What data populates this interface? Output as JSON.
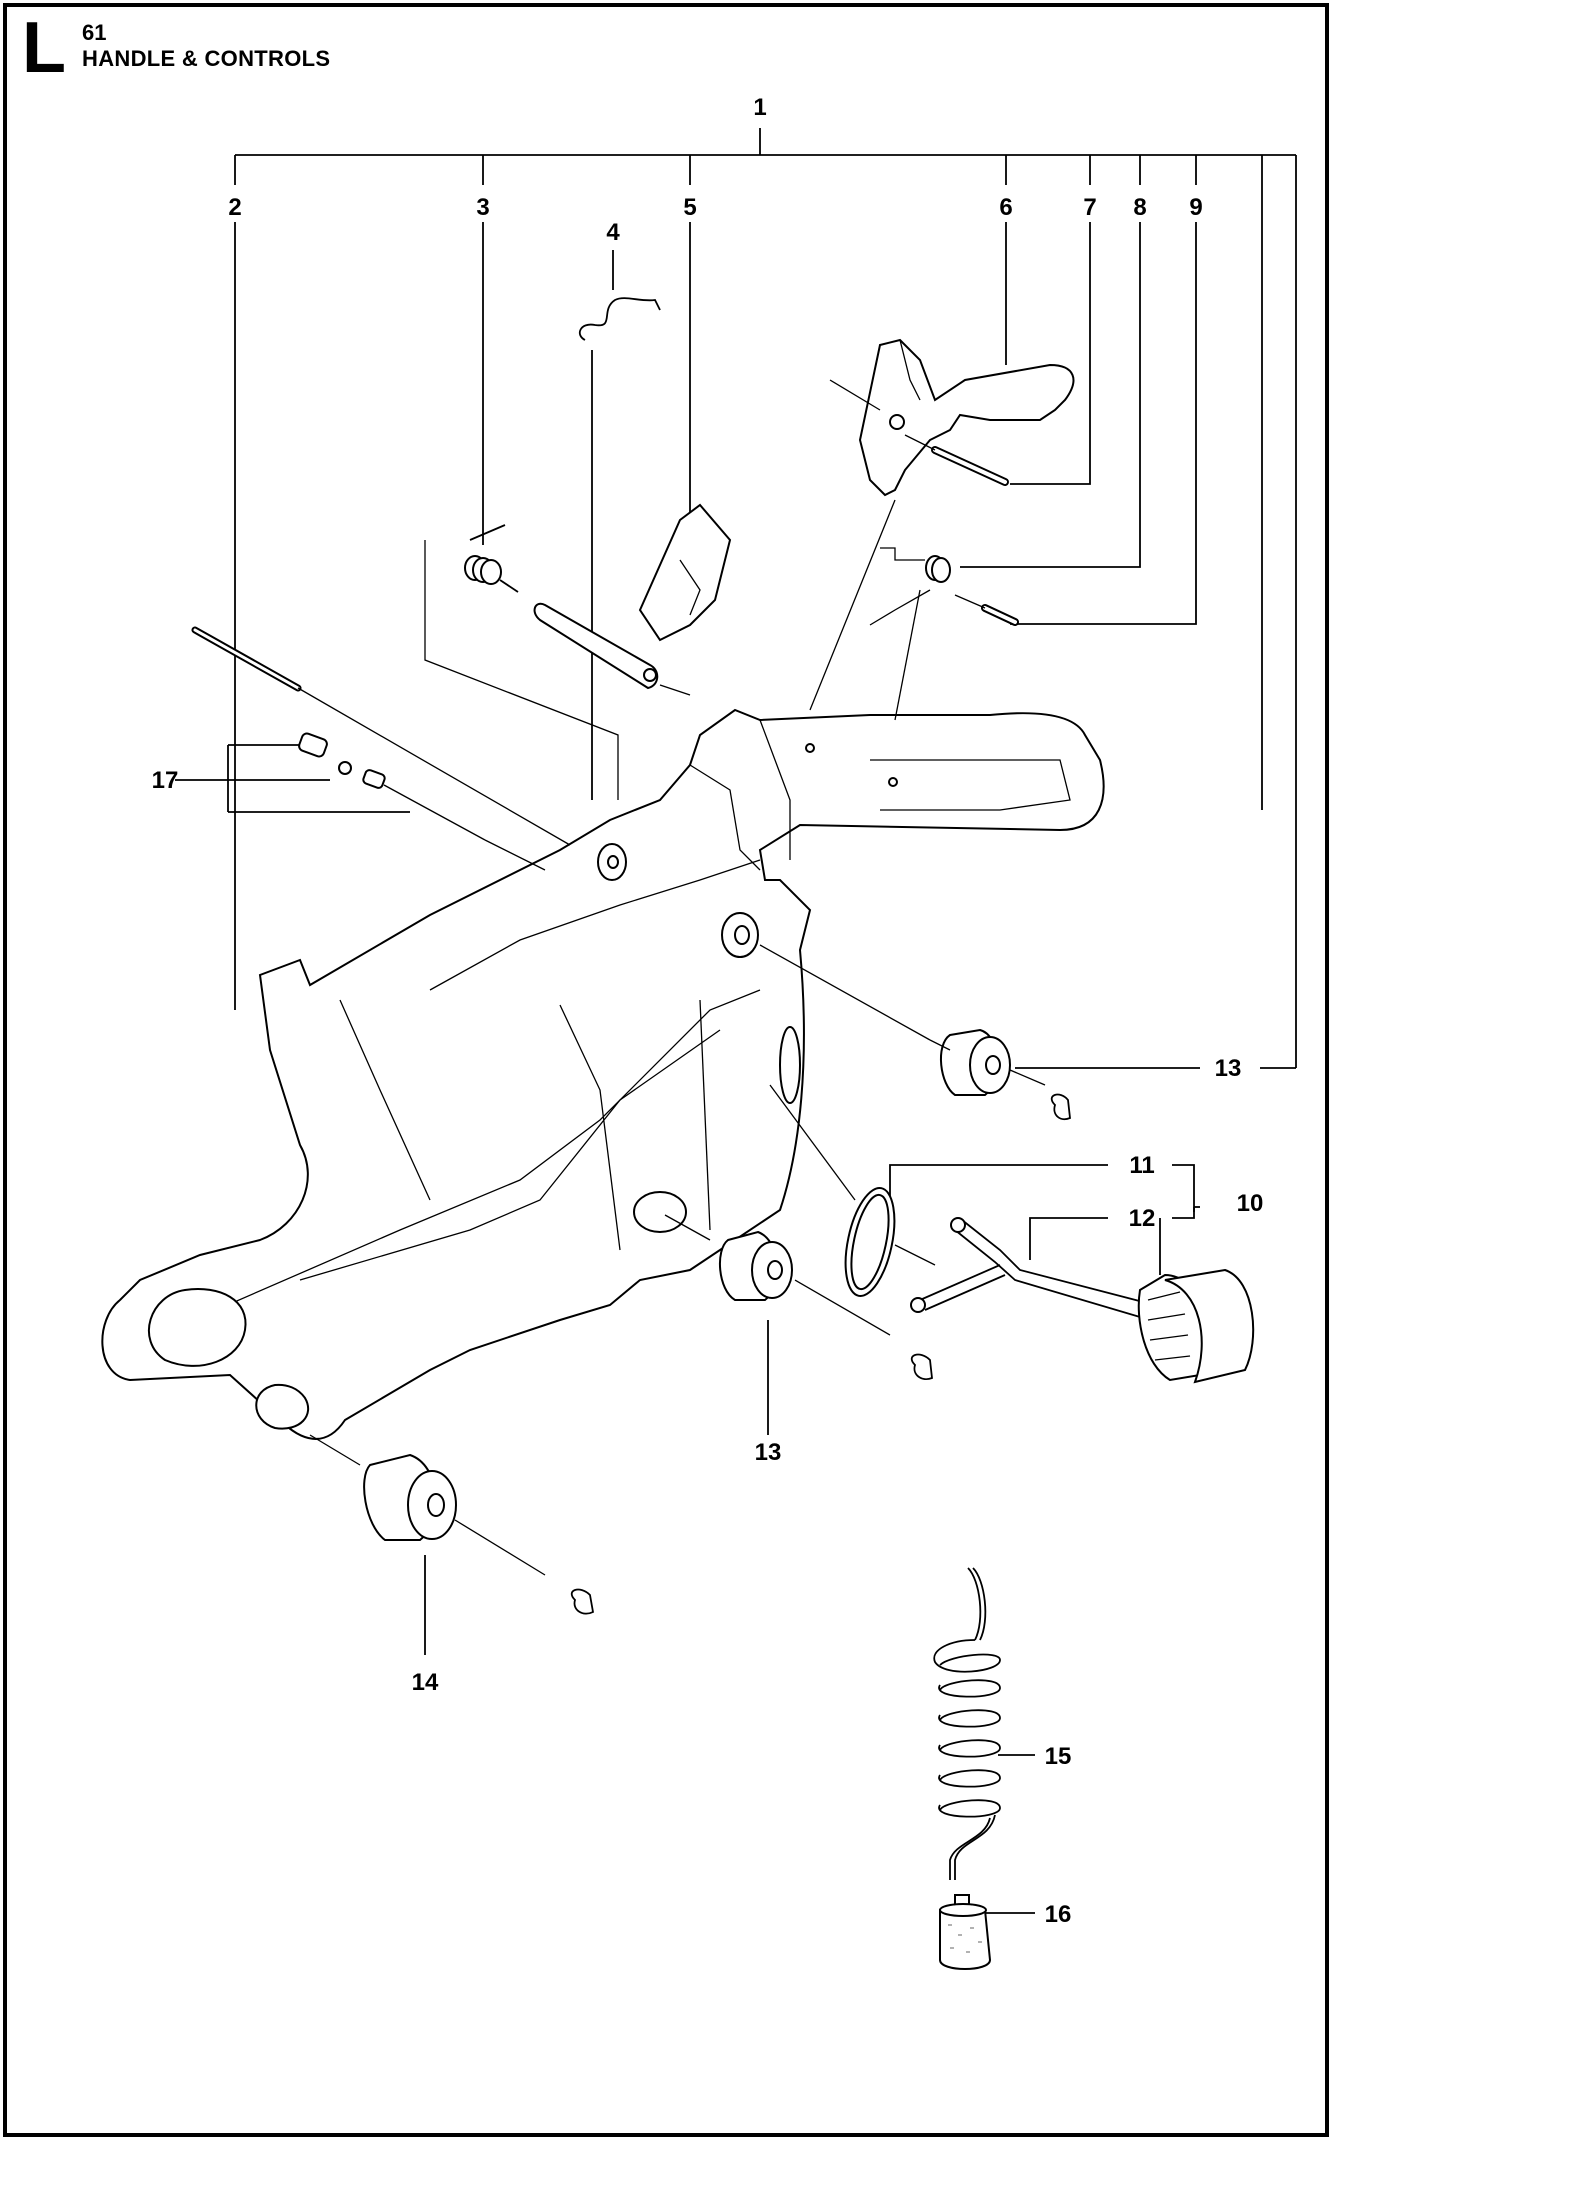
{
  "header": {
    "section_letter": "L",
    "page_number": "61",
    "title": "HANDLE & CONTROLS"
  },
  "callouts": {
    "c1": "1",
    "c2": "2",
    "c3": "3",
    "c4": "4",
    "c5": "5",
    "c6": "6",
    "c7": "7",
    "c8": "8",
    "c9": "9",
    "c10": "10",
    "c11": "11",
    "c12": "12",
    "c13a": "13",
    "c13b": "13",
    "c14": "14",
    "c15": "15",
    "c16": "16",
    "c17": "17"
  }
}
